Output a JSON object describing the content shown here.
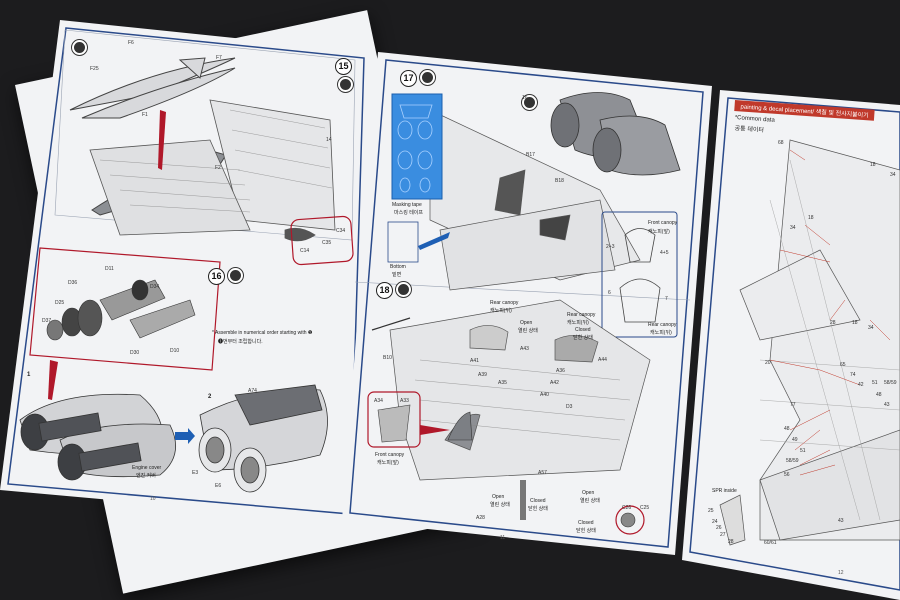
{
  "page_left": {
    "steps": [
      "15",
      "16"
    ],
    "parts": [
      "F6",
      "F25",
      "F7",
      "F1",
      "F2",
      "14",
      "D36",
      "D11",
      "D34",
      "D25",
      "D37",
      "D30",
      "D10",
      "A74",
      "E3",
      "E6",
      "C34",
      "C35",
      "C14"
    ],
    "note": "* Assemble in numerical order starting with ❶",
    "note_ko": "❶번부터 조립합니다.",
    "engine_cover": "Engine cover",
    "engine_cover_ko": "엔진 커버",
    "substeps": [
      "1",
      "2"
    ],
    "page_number": "10"
  },
  "page_middle": {
    "steps": [
      "17",
      "18"
    ],
    "masking_tape": "Masking tape",
    "masking_tape_ko": "마스킹 테이프",
    "bottom": "Bottom",
    "bottom_ko": "밑면",
    "front_canopy": "Front canopy",
    "front_canopy_ko": "캐노피(앞)",
    "rear_canopy": "Rear canopy",
    "rear_canopy_ko": "캐노피(뒤)",
    "open": "Open",
    "open_ko": "열린 상태",
    "closed": "Closed",
    "closed_ko": "닫힌 상태",
    "parts": [
      "16",
      "B17",
      "B18",
      "B10",
      "A41",
      "A39",
      "A43",
      "A33",
      "A34",
      "A35",
      "A36",
      "A44",
      "A42",
      "A40",
      "D3",
      "A57",
      "A28",
      "C26",
      "C25"
    ],
    "inset_numbers": [
      "2+3",
      "4+5",
      "6",
      "7"
    ],
    "page_number": "11"
  },
  "page_right": {
    "banner": "painting & decal placement/ 색칠 및 전사지붙이기",
    "common_data": "*Common data",
    "common_data_ko": "공통 데이터",
    "spr_inside": "SPR inside",
    "callouts": [
      "68",
      "18",
      "34",
      "18",
      "34",
      "28",
      "18",
      "34",
      "65",
      "20",
      "74",
      "42",
      "51",
      "58/59",
      "48",
      "43",
      "77",
      "48",
      "49",
      "51",
      "58/59",
      "56",
      "25",
      "24",
      "26",
      "27",
      "28",
      "60/61",
      "43"
    ],
    "page_number": "12"
  },
  "colors": {
    "background": "#1c1c1e",
    "paper": "#f2f3f5",
    "frame": "#2a4a8a",
    "callout_red": "#c0392b",
    "masking_blue": "#3a8de0"
  }
}
